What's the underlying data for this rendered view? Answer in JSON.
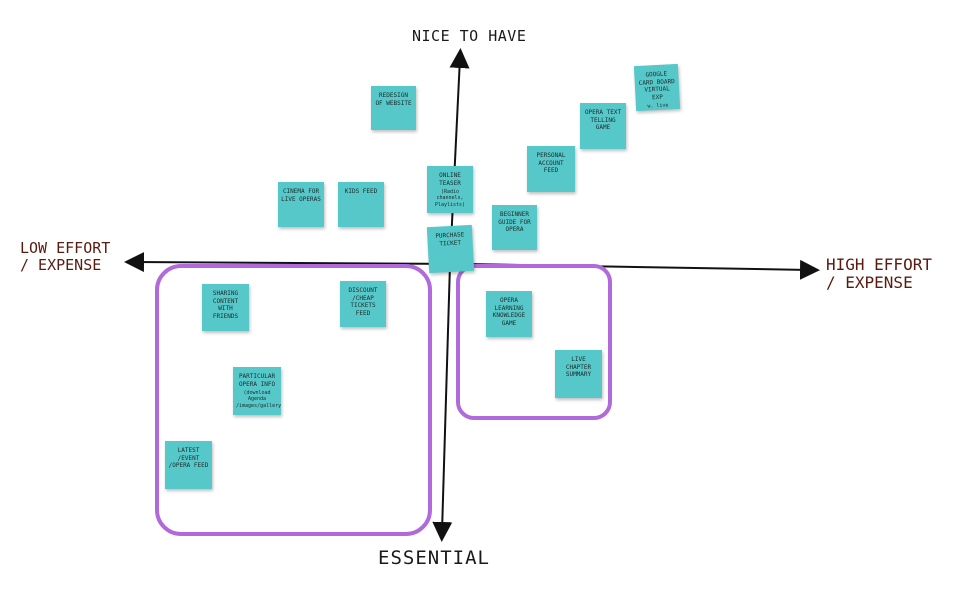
{
  "axes": {
    "top": "NICE TO HAVE",
    "bottom": "ESSENTIAL",
    "left": [
      "LOW EFFORT",
      "/ EXPENSE"
    ],
    "right": [
      "HIGH EFFORT",
      "/ EXPENSE"
    ]
  },
  "notes": [
    {
      "id": "redesign-website",
      "text": "Redesign of website"
    },
    {
      "id": "google-cardboard",
      "text": "Google card board virtual exp",
      "sub": "w. live opera"
    },
    {
      "id": "opera-text-telling-game",
      "text": "Opera text telling game"
    },
    {
      "id": "personal-account-feed",
      "text": "Personal account feed"
    },
    {
      "id": "cinema-live-operas",
      "text": "Cinema for live operas"
    },
    {
      "id": "kids-feed",
      "text": "Kids feed"
    },
    {
      "id": "online-teaser",
      "text": "Online teaser",
      "sub": "(Radio channels, Playlists)"
    },
    {
      "id": "beginner-guide",
      "text": "Beginner guide for opera"
    },
    {
      "id": "purchase-ticket",
      "text": "Purchase ticket"
    },
    {
      "id": "sharing-content",
      "text": "Sharing content with friends"
    },
    {
      "id": "discount-cheap-tickets",
      "text": "Discount /cheap tickets feed"
    },
    {
      "id": "opera-learning-game",
      "text": "Opera learning knowledge game"
    },
    {
      "id": "particular-opera-info",
      "text": "Particular opera info",
      "sub": "(download Agenda /images/gallery)"
    },
    {
      "id": "live-chapter-summary",
      "text": "Live chapter summary"
    },
    {
      "id": "latest-event-feed",
      "text": "Latest /Event /Opera feed"
    }
  ]
}
